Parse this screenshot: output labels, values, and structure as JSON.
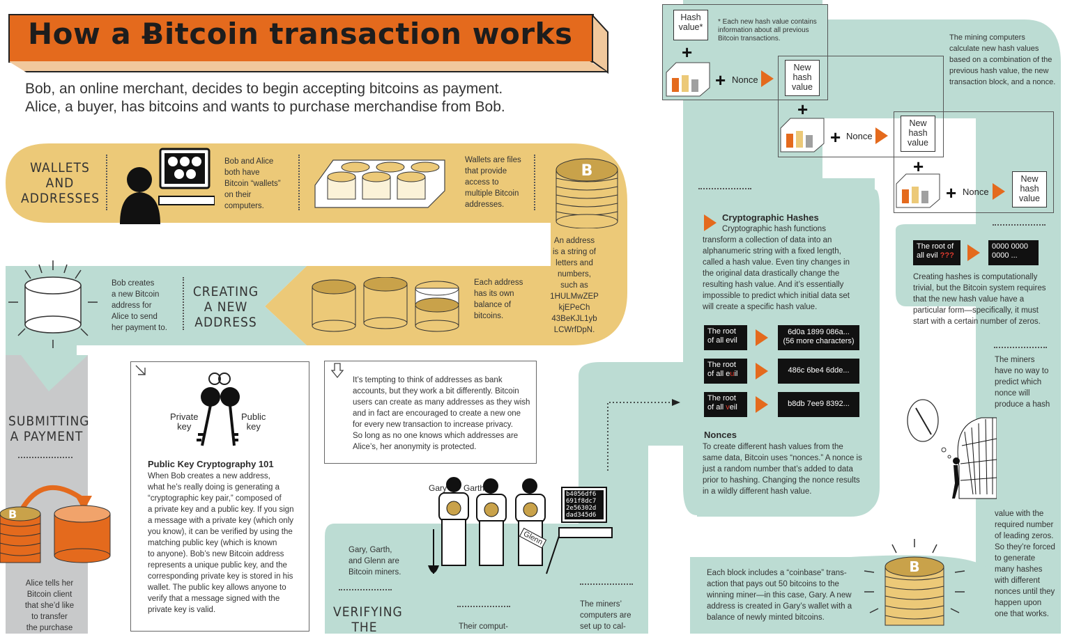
{
  "title": "How a Ƀitcoin transaction works",
  "intro": [
    "Bob, an online merchant, decides to begin accepting bitcoins as payment.",
    "Alice, a buyer, has bitcoins and wants to purchase merchandise from Bob."
  ],
  "sections": {
    "wallets": [
      "WALLETS",
      "AND",
      "ADDRESSES"
    ],
    "creating": [
      "CREATING",
      "A NEW",
      "ADDRESS"
    ],
    "submitting": [
      "SUBMITTING",
      "A PAYMENT"
    ],
    "verifying": [
      "VERIFYING",
      "THE"
    ]
  },
  "texts": {
    "bob_alice_wallets": [
      "Bob and Alice",
      "both have",
      "Bitcoin “wallets”",
      "on their",
      "computers."
    ],
    "wallets_files": [
      "Wallets are files",
      "that provide",
      "access to",
      "multiple Bitcoin",
      "addresses."
    ],
    "address_string": [
      "An address",
      "is a string of",
      "letters and",
      "numbers,",
      "such as",
      "1HULMwZEP",
      "kjEPeCh",
      "43BeKJL1yb",
      "LCWrfDpN."
    ],
    "each_address": [
      "Each address",
      "has its own",
      "balance of",
      "bitcoins."
    ],
    "bob_creates": [
      "Bob creates",
      "a new Bitcoin",
      "address for",
      "Alice to send",
      "her payment to."
    ],
    "alice_tells": [
      "Alice tells her",
      "Bitcoin client",
      "that she’d like",
      "to transfer",
      "the purchase"
    ],
    "tempting": [
      "It’s tempting to think of addresses as bank",
      "accounts, but they work a bit differently. Bitcoin",
      "users can create as many addresses as they wish",
      "and in fact are encouraged to create a new one",
      "for every new transaction to increase privacy.",
      "So long as no one knows which addresses are",
      "Alice’s, her anonymity is protected."
    ],
    "miners": [
      "Gary, Garth,",
      "and Glenn are",
      "Bitcoin miners."
    ],
    "their_comput": "Their comput-",
    "miners_computers": [
      "The miners’",
      "computers are",
      "set up to cal-"
    ],
    "coinbase": [
      "Each block includes a “coinbase” trans-",
      "action that pays out 50 bitcoins to the",
      "winning miner—in this case, Gary. A new",
      "address is created in Gary’s wallet with a",
      "balance of newly minted bitcoins."
    ],
    "mining_computers": [
      "The mining computers",
      "calculate new hash values",
      "based on a combination of the",
      "previous hash value, the new",
      "transaction block, and a nonce."
    ],
    "hash_note": [
      "* Each new hash value contains",
      "information about all previous",
      "Bitcoin transactions."
    ],
    "computationally": [
      "Creating hashes is computationally",
      "trivial, but the Bitcoin system requires",
      "that the new hash value have a",
      "particular form—specifically, it must",
      "start with a certain number of zeros."
    ],
    "no_way": [
      "The miners",
      "have no way to",
      "predict which",
      "nonce will",
      "produce a hash"
    ],
    "leading_zeros": [
      "value with the",
      "required number",
      "of leading zeros.",
      "So they’re forced",
      "to generate",
      "many hashes",
      "with different",
      "nonces until they",
      "happen upon",
      "one that works."
    ]
  },
  "pkc": {
    "private_key": [
      "Private",
      "key"
    ],
    "public_key": [
      "Public",
      "key"
    ],
    "heading": "Public Key Cryptography 101",
    "body": [
      "When Bob creates a new address,",
      "what he’s really doing is generating a",
      "“cryptographic key pair,” composed of",
      "a private key and a public key. If you sign",
      "a message with a private key (which only",
      "you know), it can be verified by using the",
      "matching public key (which is known",
      "to anyone). Bob’s new Bitcoin address",
      "represents a unique public key, and the",
      "corresponding private key is stored in his",
      "wallet. The public key allows anyone to",
      "verify that a message signed with the",
      "private key is valid."
    ]
  },
  "crypto": {
    "heading": "Cryptographic Hashes",
    "body": [
      "Cryptographic hash functions",
      "transform a collection of data into an",
      "alphanumeric string with a fixed length,",
      "called a hash value. Even tiny changes in",
      "the original data drastically change the",
      "resulting hash value. And it’s essentially",
      "impossible to predict which initial data set",
      "will create a specific hash value."
    ],
    "examples": [
      {
        "in1": "The root",
        "in2": "of all evil",
        "out1": "6d0a 1899 086a...",
        "out2": "(56 more characters)"
      },
      {
        "in1": "The root",
        "in2": "of all e",
        "in2red": "u",
        "in2b": "il",
        "out1": "486c 6be4 6dde...",
        "out2": ""
      },
      {
        "in1": "The root",
        "in2": "of all ",
        "in2red": "v",
        "in2b": "eil",
        "out1": "b8db 7ee9 8392...",
        "out2": ""
      }
    ]
  },
  "nonces": {
    "heading": "Nonces",
    "body": [
      "To create different hash values from the",
      "same data, Bitcoin uses “nonces.” A nonce is",
      "just a random number that’s added to data",
      "prior to hashing. Changing the nonce results",
      "in a wildly different hash value."
    ]
  },
  "hashchain": {
    "hash_value": [
      "Hash",
      "value*"
    ],
    "new_hash": [
      "New",
      "hash",
      "value"
    ],
    "nonce": "Nonce",
    "plus": "+"
  },
  "evil_example": {
    "in1": "The root of",
    "in2": "all evil ",
    "in2red": "???",
    "out1": "0000 0000",
    "out2": "0000 ..."
  },
  "miner_names": {
    "gary": "Gary",
    "garth": "Garth",
    "glenn": "Glenn"
  },
  "monitor_hash": [
    "b4056df6",
    "691f8dc7",
    "2e56302d",
    "dad345d6"
  ],
  "colors": {
    "orange": "#e46a1d",
    "tan": "#ecc978",
    "teal": "#bcdcd3",
    "gray": "#c6c7c8"
  }
}
